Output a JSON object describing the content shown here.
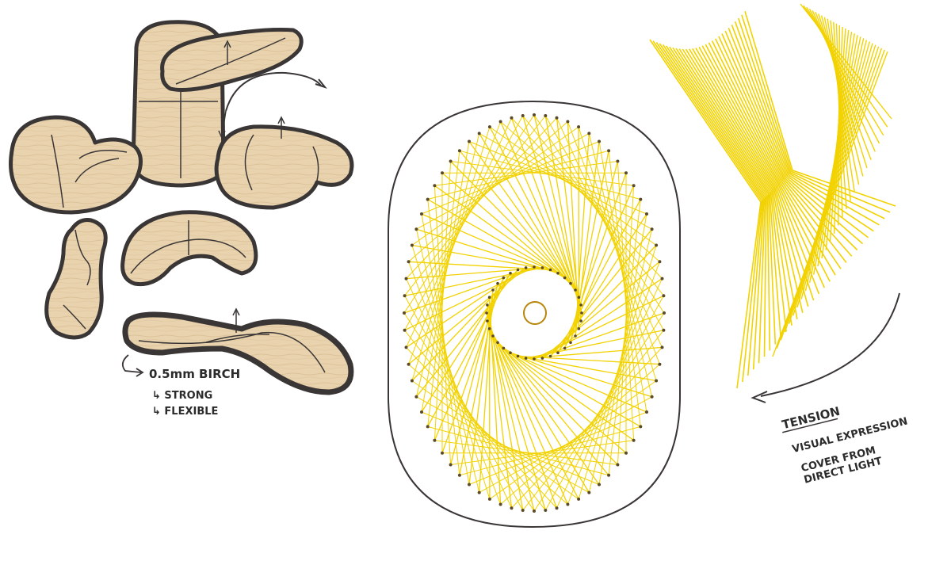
{
  "colors": {
    "background": "#ffffff",
    "wood_fill": "#e9d3ae",
    "wood_grain": "#d8bd92",
    "outline": "#3a3636",
    "thread": "#f2d200",
    "pin": "#5a4a2a",
    "ring": "#b8860b"
  },
  "sketch": {
    "material_note": {
      "title": "0.5mm BIRCH",
      "items": [
        "↳ STRONG",
        "↳ FLEXIBLE"
      ]
    }
  },
  "side_notes": {
    "heading": "TENSION",
    "lines": [
      "VISUAL EXPRESSION",
      "COVER FROM",
      "DIRECT LIGHT"
    ]
  },
  "icons": [
    "up-arrow-icon",
    "curved-arrow-icon",
    "return-arrow-icon"
  ]
}
